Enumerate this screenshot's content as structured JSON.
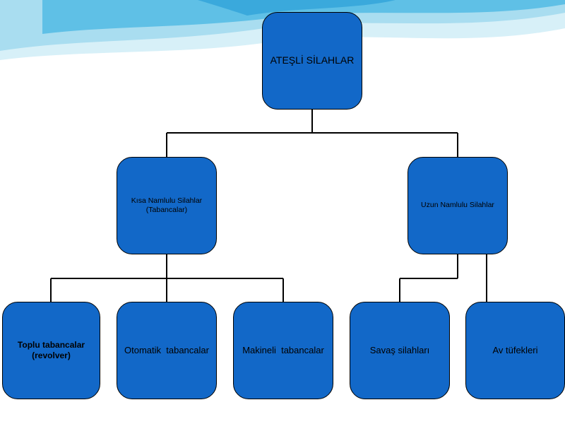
{
  "slide": {
    "background": "#ffffff",
    "node_color": "#1268c8",
    "connector_color": "#000000"
  },
  "diagram": {
    "root": {
      "label": "ATEŞLİ SİLAHLAR"
    },
    "level1": [
      {
        "label_line1": "Kısa Namlulu Silahlar",
        "label_line2": "(Tabancalar)"
      },
      {
        "label_line1": "Uzun Namlulu Silahlar",
        "label_line2": ""
      }
    ],
    "level2": [
      {
        "label_line1": "Toplu tabancalar",
        "label_line2": "(revolver)",
        "parent": "Kısa Namlulu Silahlar"
      },
      {
        "label_line1": "Otomatik  tabancalar",
        "label_line2": "",
        "parent": "Kısa Namlulu Silahlar"
      },
      {
        "label_line1": "Makineli  tabancalar",
        "label_line2": "",
        "parent": "Kısa Namlulu Silahlar"
      },
      {
        "label_line1": "Savaş silahları",
        "label_line2": "",
        "parent": "Uzun Namlulu Silahlar"
      },
      {
        "label_line1": "Av tüfekleri",
        "label_line2": "",
        "parent": "Uzun Namlulu Silahlar"
      }
    ]
  }
}
